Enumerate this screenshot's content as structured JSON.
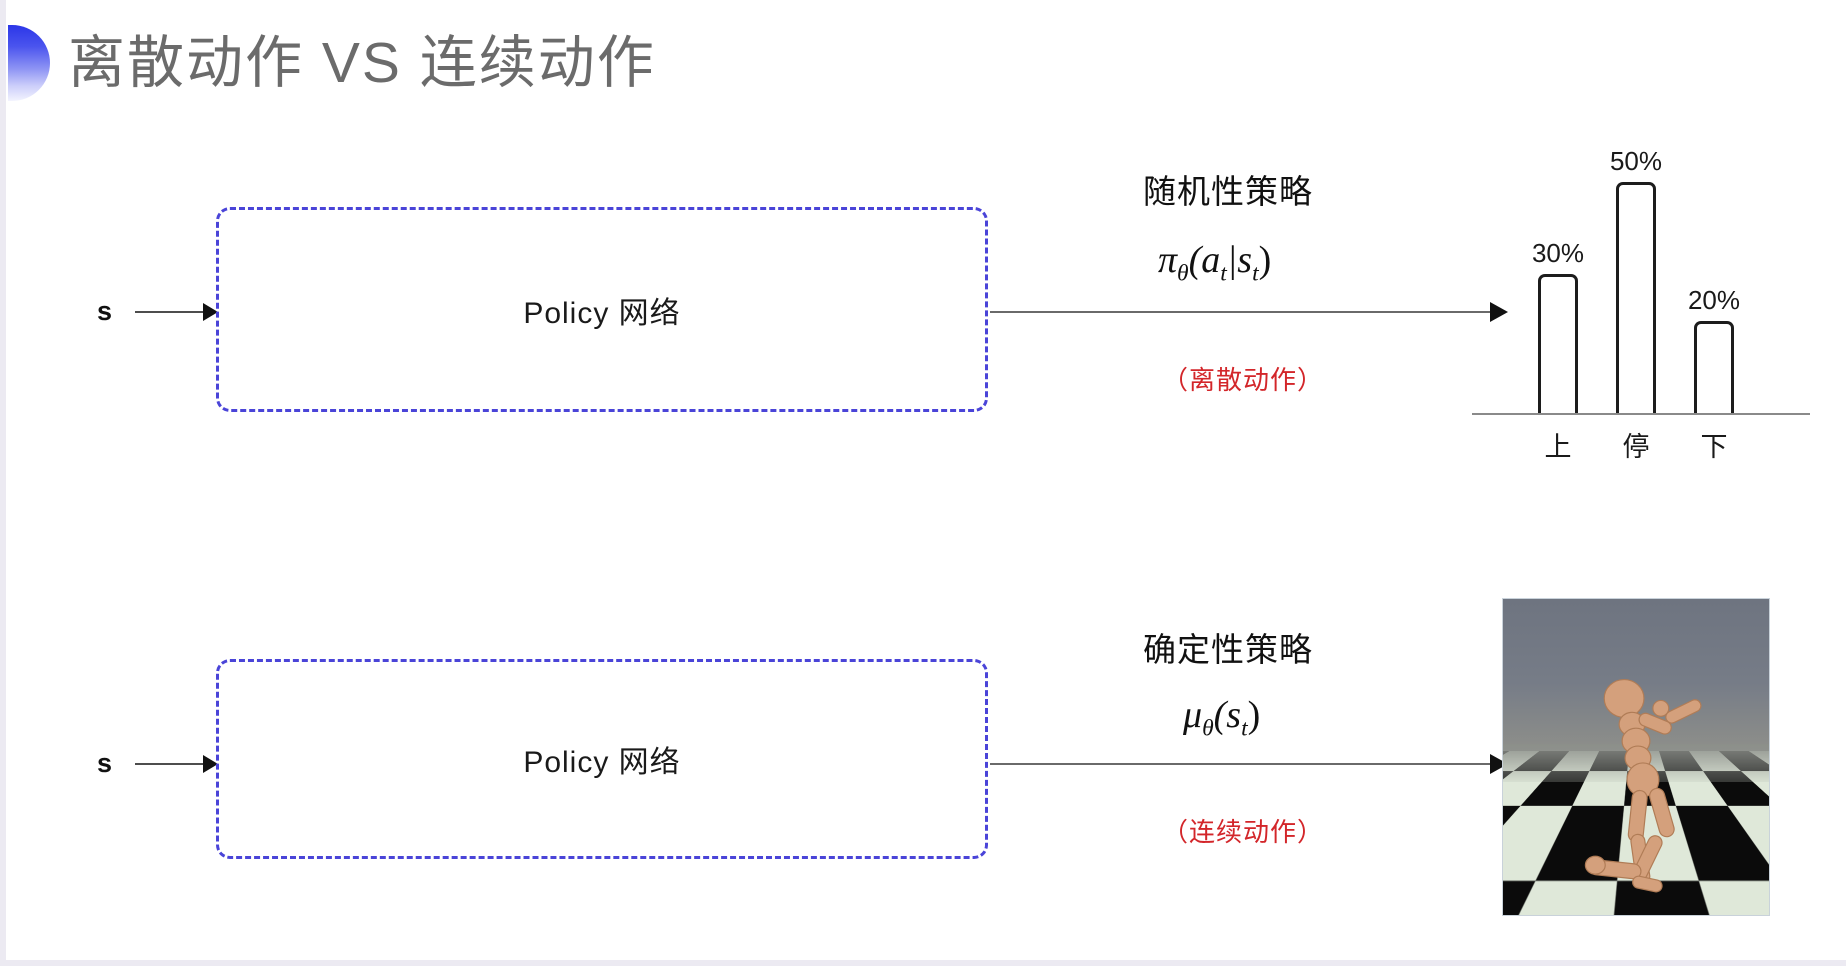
{
  "slide": {
    "title": "离散动作 VS 连续动作",
    "bullet_color": "#2b36e8"
  },
  "rows": {
    "top": {
      "input_label": "s",
      "box_label": "Policy 网络",
      "annotation_title": "随机性策略",
      "formula_pi": "π",
      "formula_theta": "θ",
      "formula_body": "(a",
      "formula_t1": "t",
      "formula_mid": "|s",
      "formula_t2": "t",
      "formula_close": ")",
      "annotation_red": "（离散动作）"
    },
    "bottom": {
      "input_label": "s",
      "box_label": "Policy 网络",
      "annotation_title": "确定性策略",
      "formula_mu": "μ",
      "formula_theta": "θ",
      "formula_body": "(s",
      "formula_t1": "t",
      "formula_close": ")",
      "annotation_red": "（连续动作）"
    }
  },
  "chart_data": {
    "type": "bar",
    "title": "",
    "categories": [
      "上",
      "停",
      "下"
    ],
    "values": [
      30,
      50,
      20
    ],
    "value_labels": [
      "30%",
      "50%",
      "20%"
    ],
    "xlabel": "",
    "ylabel": "",
    "ylim": [
      0,
      60
    ],
    "grid": false,
    "legend": "none",
    "bar_fill": "#ffffff",
    "bar_stroke": "#1c1c1c",
    "axis_color": "#8a8a8a"
  },
  "media": {
    "humanoid_sim_caption": "",
    "sky_color": "#6e7480",
    "floor_dark": "#0b0b0b",
    "floor_light": "#dfe8d9",
    "body_color": "#d19a73"
  }
}
